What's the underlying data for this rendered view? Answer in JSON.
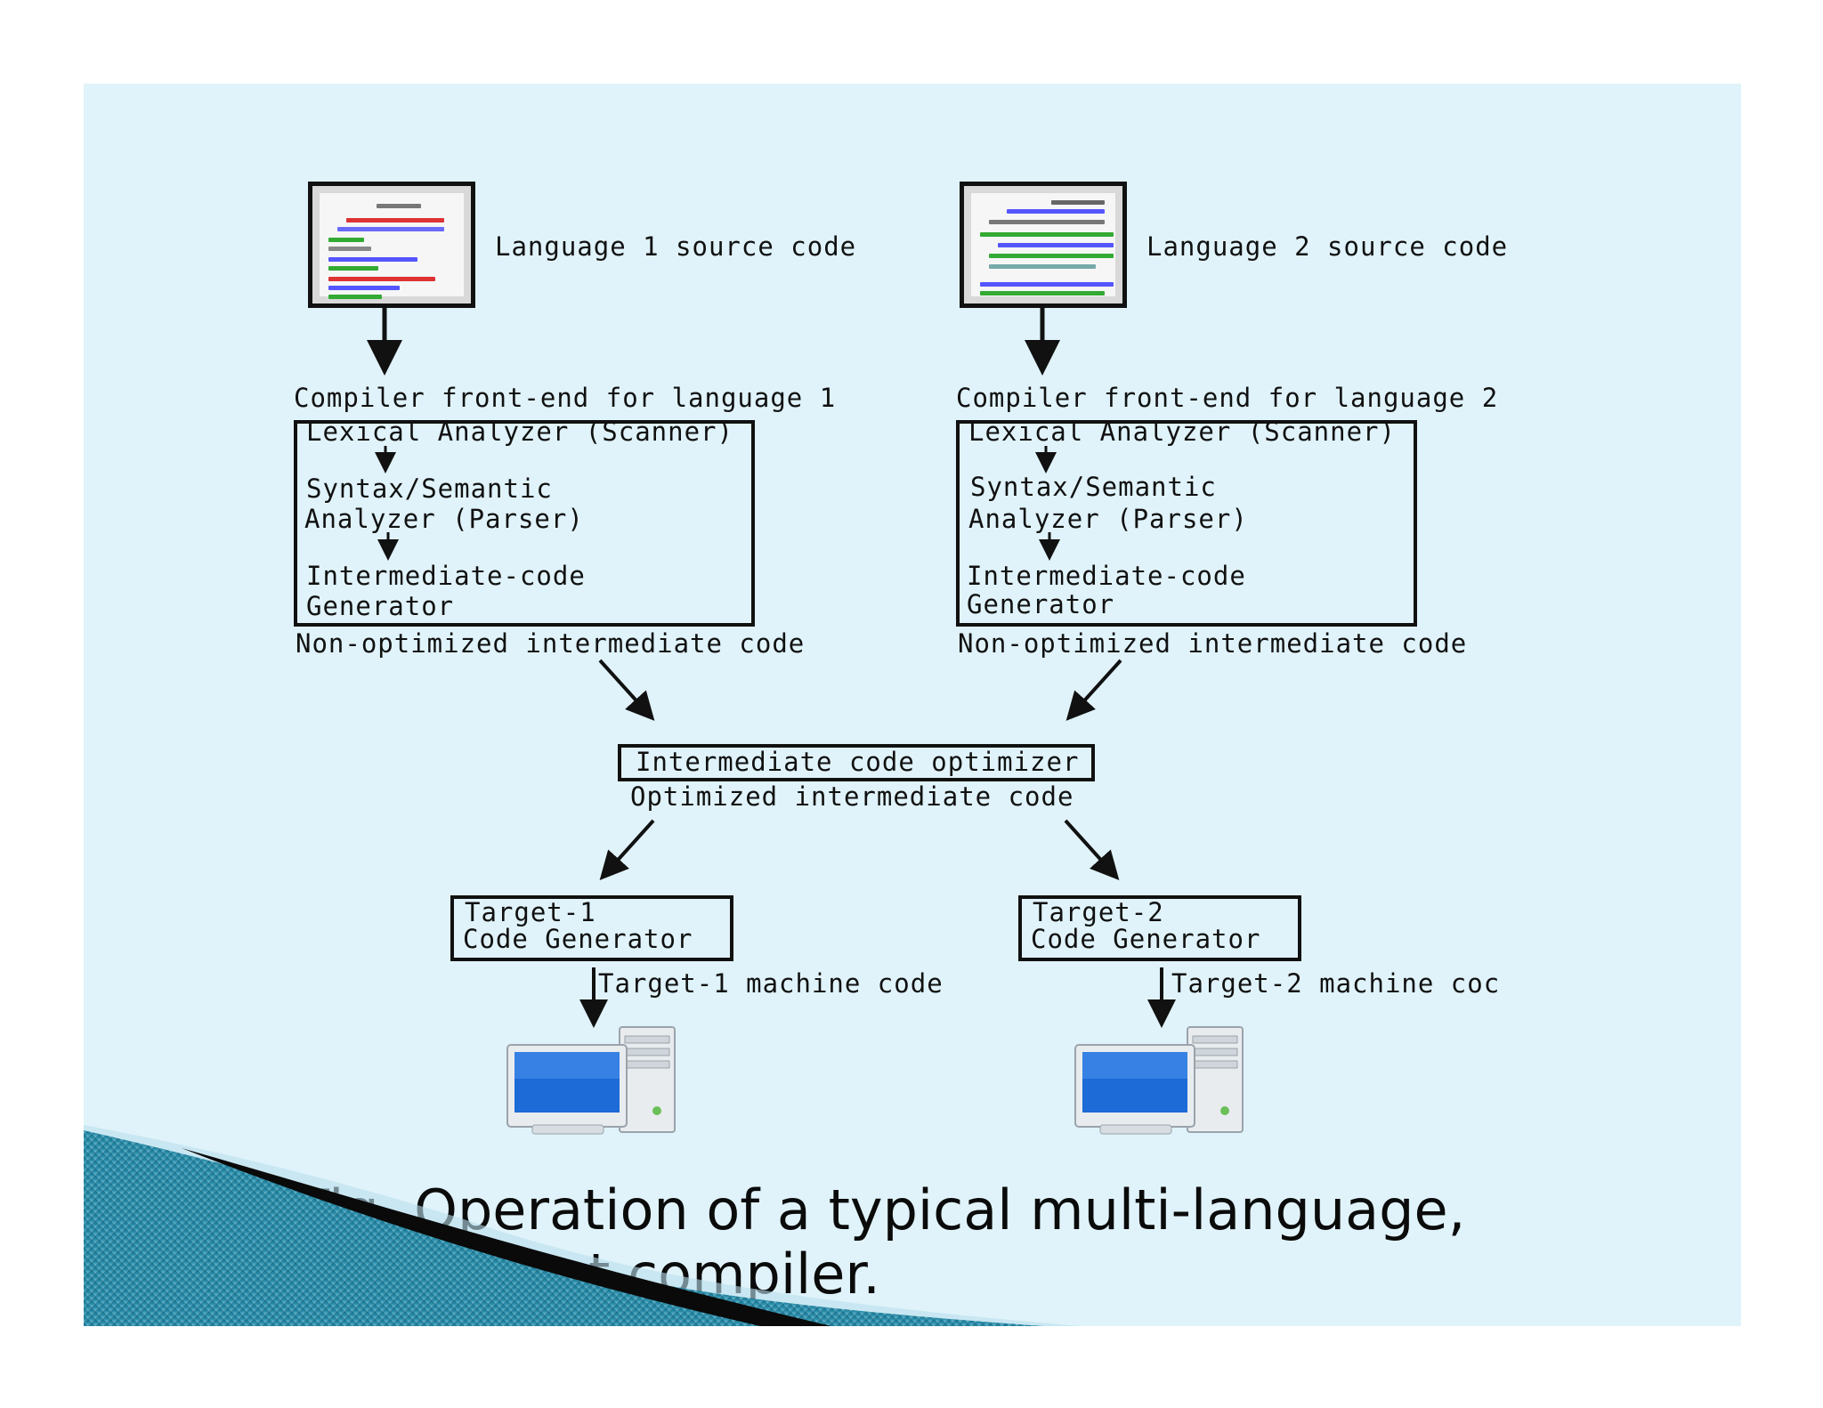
{
  "diagram": {
    "sources": [
      {
        "label": "Language 1 source code"
      },
      {
        "label": "Language 2 source code"
      }
    ],
    "front_ends": [
      {
        "title": "Compiler front-end for language 1",
        "stages": [
          "Lexical Analyzer (Scanner)",
          "Syntax/Semantic",
          "Analyzer (Parser)",
          "Intermediate-code",
          "Generator"
        ],
        "output": "Non-optimized intermediate code"
      },
      {
        "title": "Compiler front-end for language 2",
        "stages": [
          "Lexical Analyzer (Scanner)",
          "Syntax/Semantic",
          "Analyzer (Parser)",
          "Intermediate-code",
          "Generator"
        ],
        "output": "Non-optimized intermediate code"
      }
    ],
    "optimizer": {
      "label": "Intermediate code optimizer",
      "output": "Optimized intermediate code"
    },
    "targets": [
      {
        "line1": "Target-1",
        "line2": "Code Generator",
        "output": "Target-1 machine code"
      },
      {
        "line1": "Target-2",
        "line2": "Code Generator",
        "output": "Target-2 machine coc"
      }
    ]
  },
  "caption": {
    "line1": "Fig. Operation of a typical multi-language,",
    "line2": "multi-target compiler."
  },
  "colors": {
    "slide_background": "#e0f3fa",
    "swoosh_teal": "#1f7f97",
    "monitor_blue": "#1c6bd6"
  }
}
